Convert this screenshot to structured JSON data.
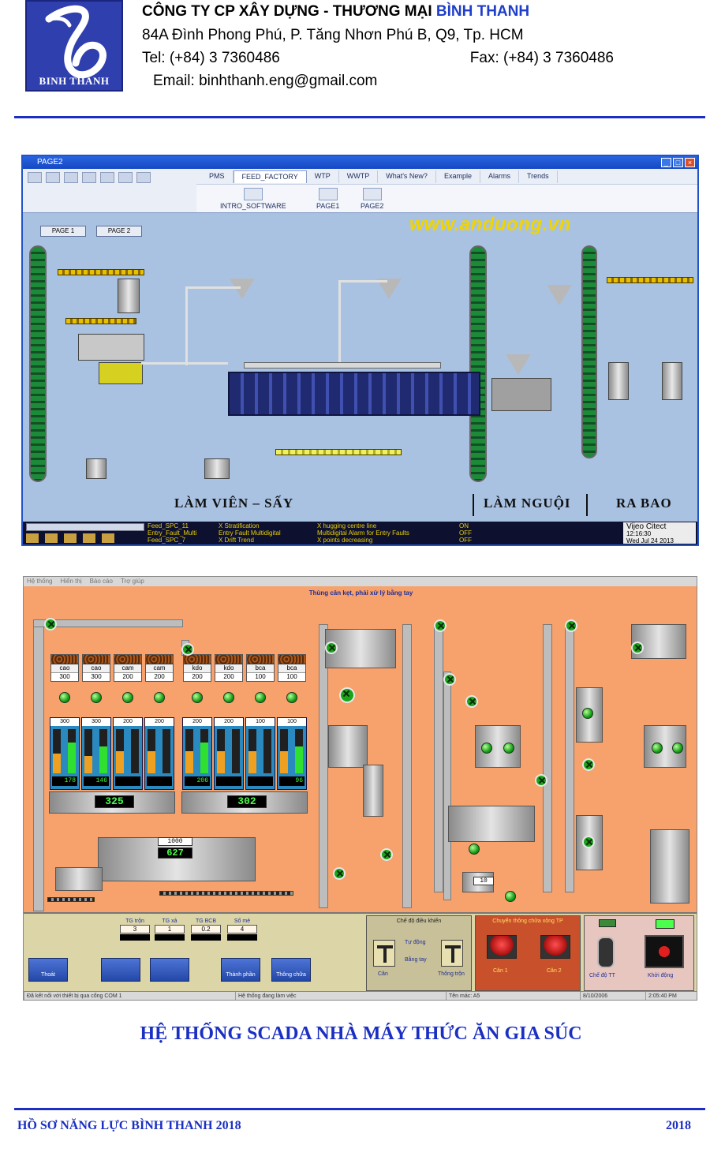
{
  "header": {
    "logo_text": "BINH THANH",
    "company_name_prefix": "CÔNG TY  CP XÂY DỰNG - THƯƠNG MẠI ",
    "company_name_accent": "BÌNH THANH",
    "address": "84A  Đình Phong Phú, P. Tăng Nhơn Phú B, Q9, Tp. HCM",
    "tel": "Tel: (+84) 3 7360486",
    "fax": "Fax: (+84) 3 7360486",
    "email": "Email: binhthanh.eng@gmail.com",
    "accent_color": "#1b2fc2"
  },
  "scada1": {
    "window_title": "PAGE2",
    "tabs": [
      "PMS",
      "FEED_FACTORY",
      "WTP",
      "WWTP",
      "What's New?",
      "Example",
      "Alarms",
      "Trends"
    ],
    "page_buttons": [
      "INTRO_SOFTWARE",
      "PAGE1",
      "PAGE2"
    ],
    "canvas_buttons": [
      "PAGE 1",
      "PAGE 2"
    ],
    "website": "www.anduong.vn",
    "sections": [
      "LÀM VIÊN – SẤY",
      "LÀM NGUỘI",
      "RA BAO"
    ],
    "alarms": [
      {
        "tag": "Feed_SPC_11",
        "name": "X Stratification",
        "desc": "X hugging centre line",
        "state": "ON"
      },
      {
        "tag": "Entry_Fault_Multi",
        "name": "Entry Fault Multidigital",
        "desc": "Multidigital Alarm for Entry Faults",
        "state": "OFF"
      },
      {
        "tag": "Feed_SPC_7",
        "name": "X Drift Trend",
        "desc": "X points decreasing",
        "state": "OFF"
      }
    ],
    "brand": "Vijeo Citect",
    "time": "12:16:30",
    "date": "Wed Jul 24 2013"
  },
  "scada2": {
    "menu": [
      "Hệ thống",
      "Hiển thị",
      "Báo cáo",
      "Trợ giúp"
    ],
    "title": "Thùng cân kẹt, phải xử lý bằng tay",
    "bins": [
      {
        "name": "cao",
        "value": "300"
      },
      {
        "name": "cao",
        "value": "300"
      },
      {
        "name": "cam",
        "value": "200"
      },
      {
        "name": "cam",
        "value": "200"
      },
      {
        "name": "kdo",
        "value": "200"
      },
      {
        "name": "kdo",
        "value": "200"
      },
      {
        "name": "bca",
        "value": "100"
      },
      {
        "name": "bca",
        "value": "100"
      }
    ],
    "scales": [
      {
        "setpoint": "300",
        "reading": "178",
        "fill_l": 0.45,
        "fill_r": 0.7
      },
      {
        "setpoint": "300",
        "reading": "146",
        "fill_l": 0.4,
        "fill_r": 0.6
      },
      {
        "setpoint": "200",
        "reading": "",
        "fill_l": 0.5,
        "fill_r": 0
      },
      {
        "setpoint": "200",
        "reading": "",
        "fill_l": 0.5,
        "fill_r": 0
      },
      {
        "setpoint": "200",
        "reading": "206",
        "fill_l": 0.5,
        "fill_r": 0.7
      },
      {
        "setpoint": "200",
        "reading": "",
        "fill_l": 0.5,
        "fill_r": 0
      },
      {
        "setpoint": "100",
        "reading": "",
        "fill_l": 0.5,
        "fill_r": 0
      },
      {
        "setpoint": "100",
        "reading": "96",
        "fill_l": 0.5,
        "fill_r": 0.6
      }
    ],
    "hopper_totals": [
      "325",
      "302"
    ],
    "mixer_setpoint": "1000",
    "mixer_reading": "627",
    "small_scale": "10",
    "params": [
      {
        "label": "TG trộn",
        "value": "3"
      },
      {
        "label": "TG xả",
        "value": "1"
      },
      {
        "label": "TG BCB",
        "value": "0.2"
      },
      {
        "label": "Số mẻ",
        "value": "4"
      }
    ],
    "nav_buttons": [
      "Thoát",
      "",
      "",
      "Thành phần",
      "Thông chữa"
    ],
    "mode_title": "Chế độ điều khiển",
    "mode_labels": [
      "Tự động",
      "Bằng tay",
      "Cân",
      "Thông trộn"
    ],
    "emergency_title": "Chuyển thông chữa xông TP",
    "emergency_labels": [
      "Cân 1",
      "Cân 2"
    ],
    "run_labels": [
      "Chế độ TT",
      "Khởi động"
    ],
    "status": [
      "Đã kết nối với thiết bị qua cổng COM 1",
      "Hệ thống đang làm việc",
      "Tên mác: A5",
      "8/10/2006",
      "2:05:40 PM"
    ],
    "bg_color": "#f7a16c"
  },
  "caption": "HỆ THỐNG SCADA NHÀ MÁY THỨC ĂN GIA SÚC",
  "footer": {
    "left": "HỒ SƠ NĂNG LỰC BÌNH THANH 2018",
    "right": "2018"
  }
}
